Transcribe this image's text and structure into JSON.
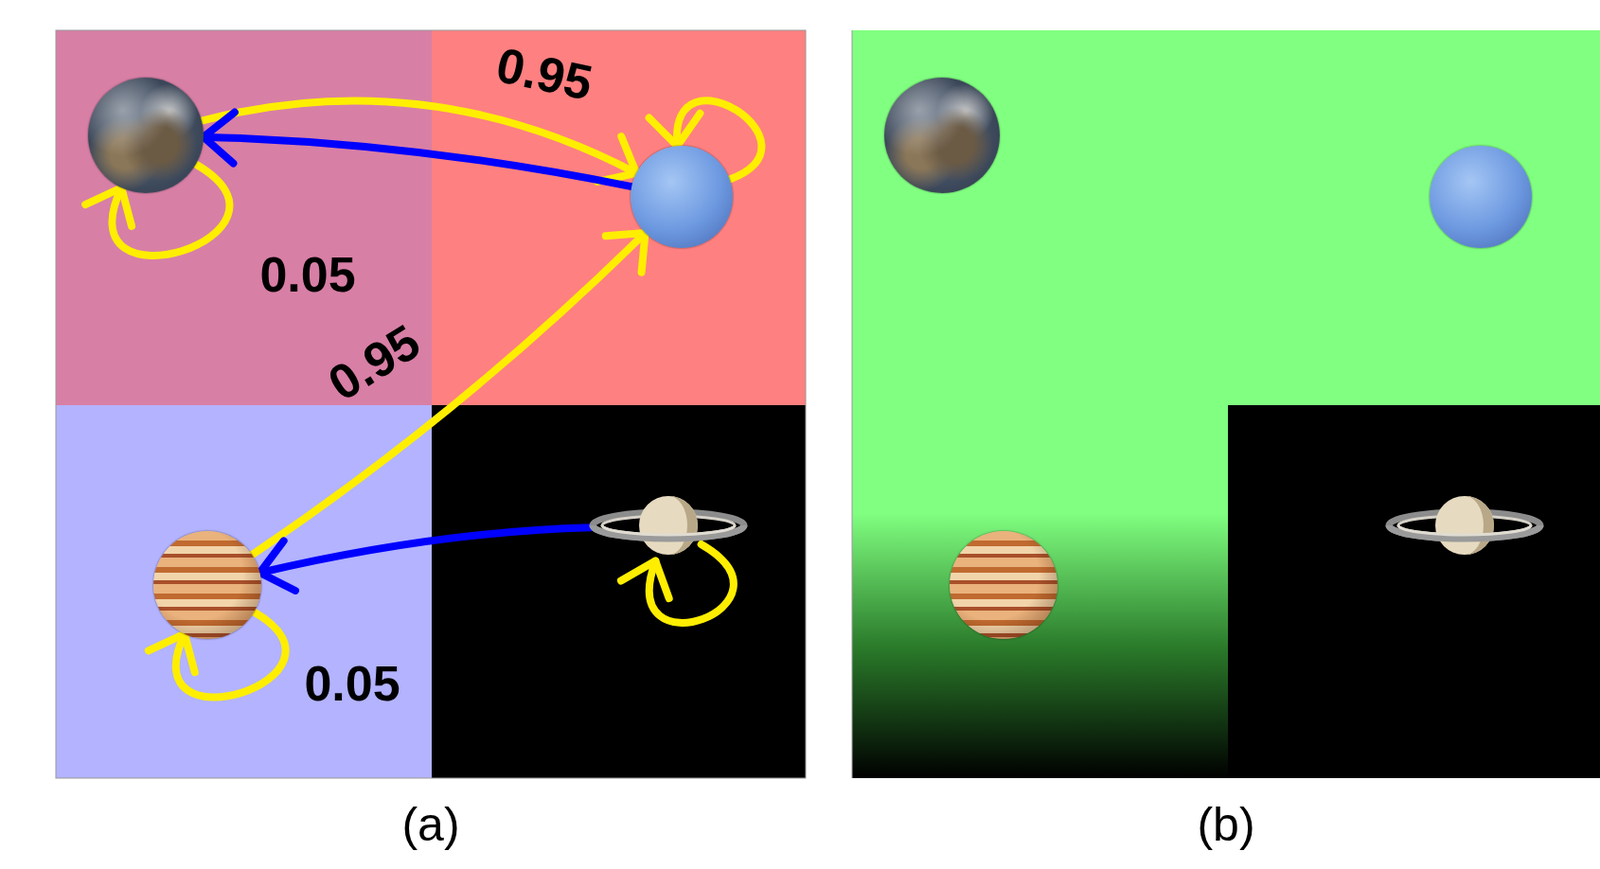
{
  "diagram": {
    "nodes": [
      {
        "text": [
          "(a)"
        ]
      },
      {
        "text": [],
        "in": 0
      },
      {
        "text": [],
        "in": 0
      },
      {
        "text": [],
        "in": 0
      },
      {
        "text": [],
        "in": 0
      },
      {
        "text": [
          "(b)"
        ]
      },
      {
        "text": [],
        "in": 5
      },
      {
        "text": [],
        "in": 5
      },
      {
        "text": [],
        "in": 5
      },
      {
        "text": [],
        "in": 5
      }
    ],
    "edges": [
      {
        "from": 1,
        "to": 2,
        "arrow": "to",
        "label": "0.95"
      },
      {
        "from": 2,
        "to": 1,
        "arrow": "to"
      },
      {
        "from": 1,
        "to": 1,
        "arrow": "to",
        "label": "0.05"
      },
      {
        "from": 2,
        "to": 2,
        "arrow": "to"
      },
      {
        "from": 3,
        "to": 2,
        "arrow": "to",
        "label": "0.95"
      },
      {
        "from": 3,
        "to": 3,
        "arrow": "to",
        "label": "0.05"
      },
      {
        "from": 4,
        "to": 3,
        "arrow": "to"
      },
      {
        "from": 4,
        "to": 4,
        "arrow": "to"
      }
    ]
  }
}
